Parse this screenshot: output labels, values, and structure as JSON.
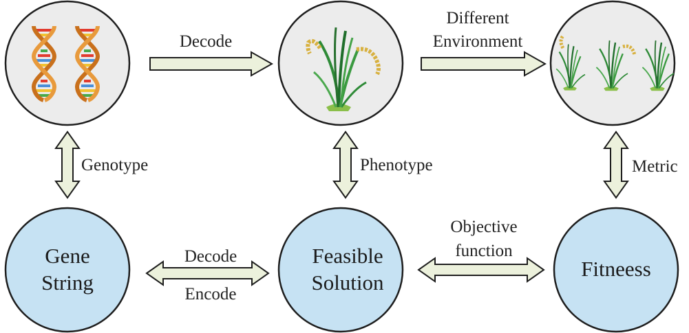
{
  "colors": {
    "top_circle_fill": "#ececec",
    "bottom_circle_fill": "#c6e2f3",
    "arrow_fill": "#ecf1dc",
    "stroke": "#1e1e1e",
    "plant_green": "#2e8a37",
    "grain_gold": "#d8b140"
  },
  "icons": {
    "genotype_circle": "dna-double-helix-icon",
    "phenotype_circle": "rice-plant-icon",
    "environment_circle": "three-rice-plants-icon"
  },
  "top_row": {
    "decode_label": "Decode",
    "env_line1": "Different",
    "env_line2": "Environment"
  },
  "vertical": {
    "genotype": "Genotype",
    "phenotype": "Phenotype",
    "metric": "Metric"
  },
  "bottom_row": {
    "gene_line1": "Gene",
    "gene_line2": "String",
    "feasible_line1": "Feasible",
    "feasible_line2": "Solution",
    "fitness": "Fitneess",
    "decode": "Decode",
    "encode": "Encode",
    "objective_line1": "Objective",
    "objective_line2": "function"
  }
}
